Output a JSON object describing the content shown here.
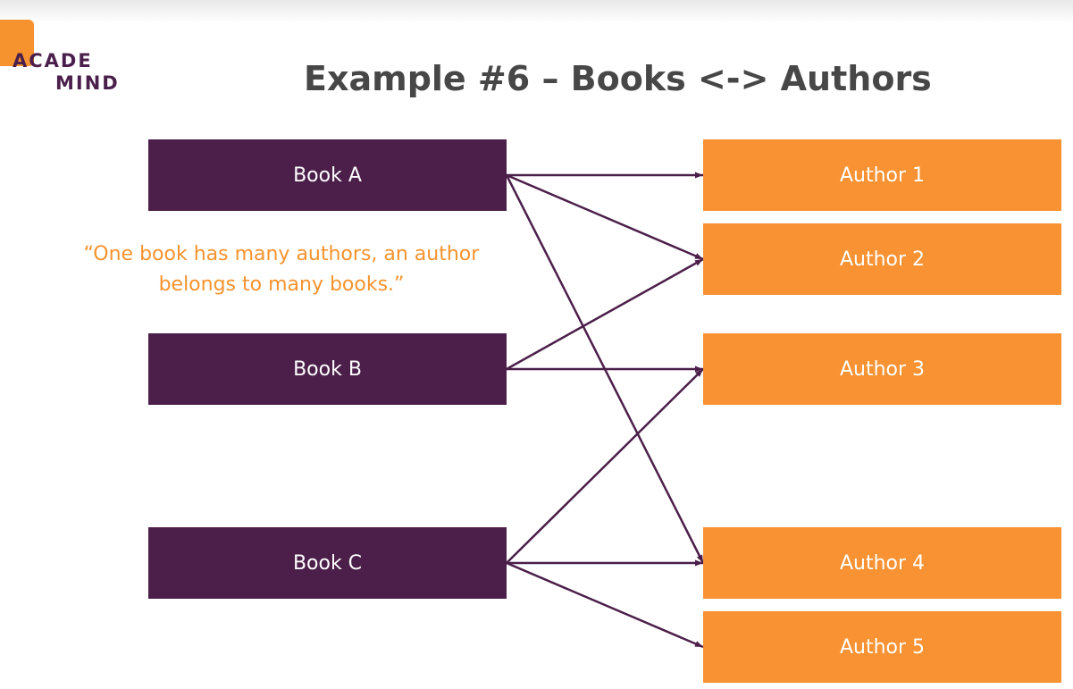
{
  "brand": {
    "line1": "ACADE",
    "line2": "MIND"
  },
  "title": "Example #6 – Books <-> Authors",
  "quote": "“One book has many authors, an author belongs to many books.”",
  "books": [
    {
      "id": "book-a",
      "label": "Book A"
    },
    {
      "id": "book-b",
      "label": "Book B"
    },
    {
      "id": "book-c",
      "label": "Book C"
    }
  ],
  "authors": [
    {
      "id": "author-1",
      "label": "Author 1"
    },
    {
      "id": "author-2",
      "label": "Author 2"
    },
    {
      "id": "author-3",
      "label": "Author 3"
    },
    {
      "id": "author-4",
      "label": "Author 4"
    },
    {
      "id": "author-5",
      "label": "Author 5"
    }
  ],
  "links": [
    {
      "from": "book-a",
      "to": "author-1"
    },
    {
      "from": "book-a",
      "to": "author-2"
    },
    {
      "from": "book-a",
      "to": "author-4"
    },
    {
      "from": "book-b",
      "to": "author-2"
    },
    {
      "from": "book-b",
      "to": "author-3"
    },
    {
      "from": "book-c",
      "to": "author-3"
    },
    {
      "from": "book-c",
      "to": "author-4"
    },
    {
      "from": "book-c",
      "to": "author-5"
    }
  ],
  "colors": {
    "book": "#4b1f4a",
    "author": "#f89232",
    "arrow": "#4b1f4a",
    "quote": "#f6932e",
    "title": "#474747"
  }
}
